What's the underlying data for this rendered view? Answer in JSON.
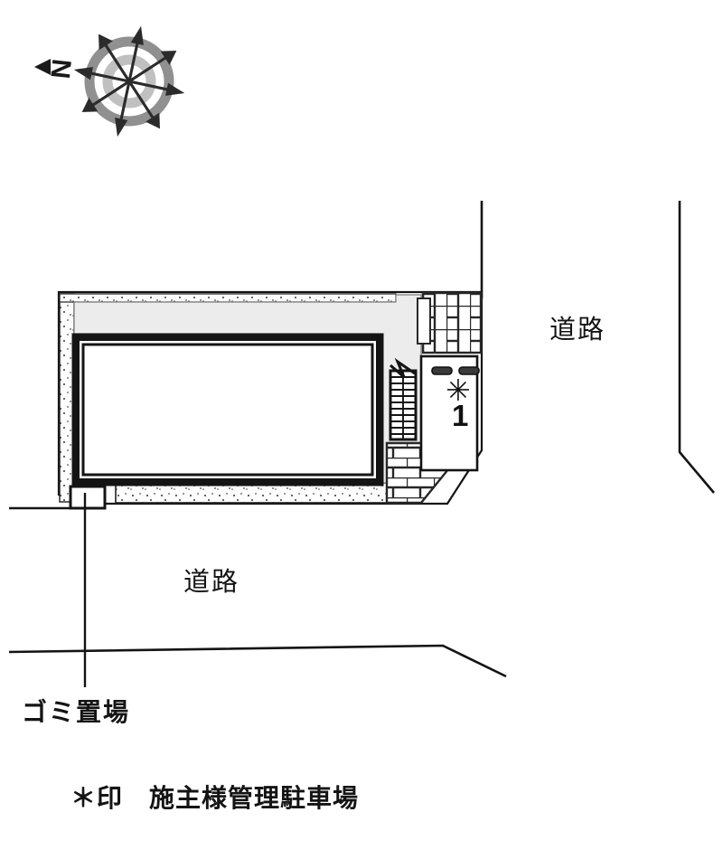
{
  "diagram": {
    "kind": "property-site-plan",
    "labels": {
      "road_right": "道路",
      "road_bottom": "道路",
      "trash_area": "ゴミ置場",
      "legend_note": "＊印　施主様管理駐車場"
    },
    "parking": {
      "mark": "✳",
      "number": "1"
    },
    "compass": {
      "north_letter": "N",
      "icon": "compass-rose-icon",
      "ring_outer_color": "#7c7c7c",
      "ring_inner_color": "#b9b9b9"
    },
    "colors": {
      "ink": "#141414",
      "building_fill": "#ffffff",
      "apron_fill": "#ececec",
      "stipple_fill": "#fbfbfb",
      "brick_line": "#2a2a2a"
    }
  }
}
